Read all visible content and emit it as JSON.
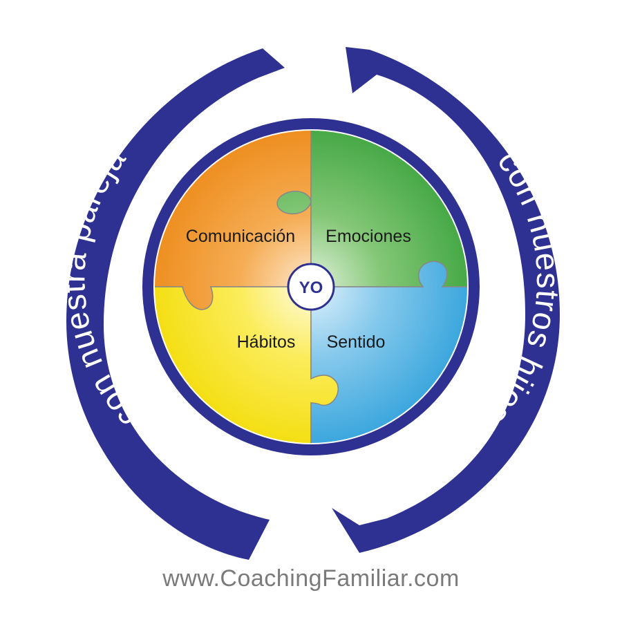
{
  "left_arc": {
    "text": "con nuestra pareja"
  },
  "right_arc": {
    "text": "con nuestros hijos"
  },
  "quadrants": {
    "top_left": {
      "label": "Comunicación"
    },
    "top_right": {
      "label": "Emociones"
    },
    "bottom_left": {
      "label": "Hábitos"
    },
    "bottom_right": {
      "label": "Sentido"
    }
  },
  "center": {
    "label": "YO"
  },
  "footer": {
    "url": "www.CoachingFamiliar.com"
  },
  "colors": {
    "arrow_blue": "#2e3192",
    "orange": "#f0962b",
    "green": "#4caf50",
    "yellow": "#f5e01a",
    "blue": "#3fa9e0"
  }
}
